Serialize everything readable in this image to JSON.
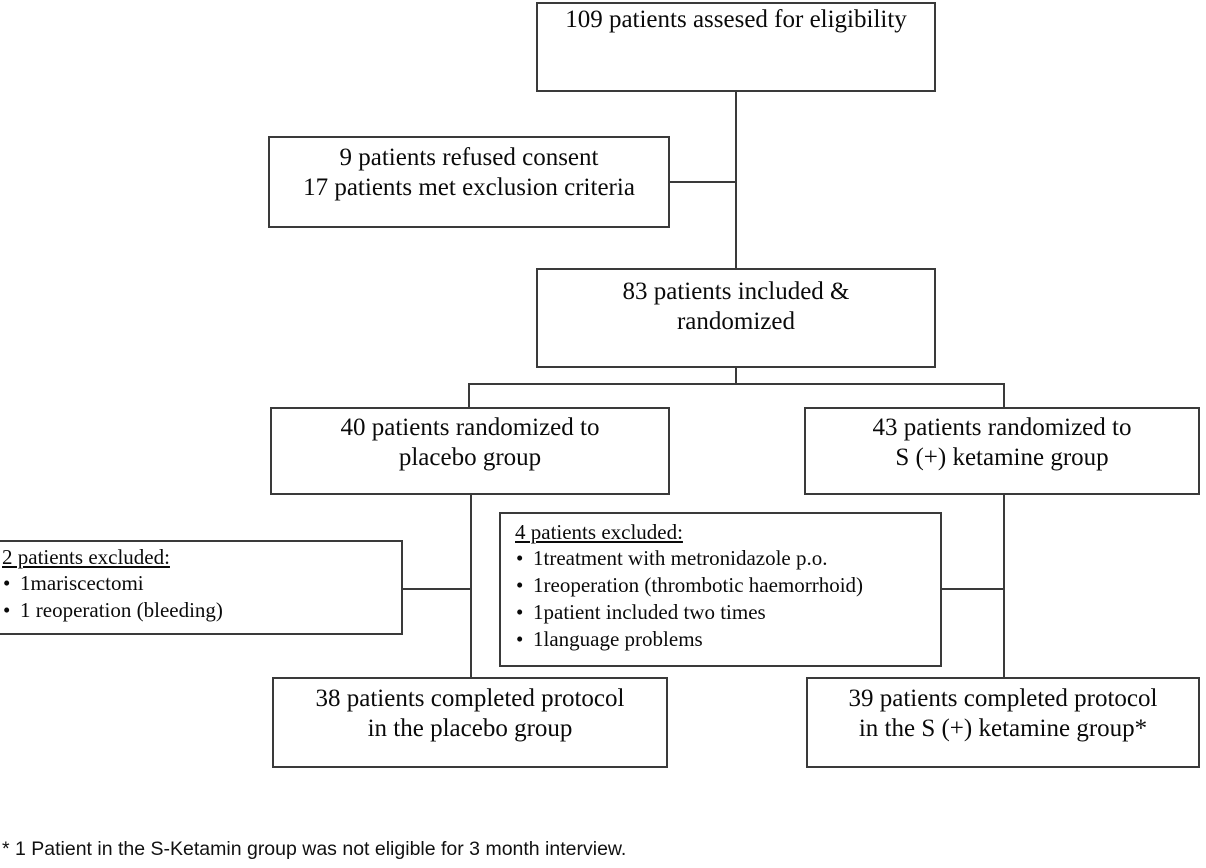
{
  "diagram": {
    "type": "consort-flow-diagram",
    "title": "CONSORT patient flow",
    "line_color": "#3a3a3a",
    "text_color": "#0a0a0a",
    "background": "#ffffff",
    "nodes": {
      "enrollment": {
        "lines": [
          "109 patients assesed for eligibility"
        ],
        "count": 109
      },
      "excluded_before_randomization": {
        "lines": [
          "9 patients refused consent",
          "17 patients met exclusion criteria"
        ],
        "counts": [
          9,
          17
        ]
      },
      "randomized": {
        "lines": [
          "83 patients included &",
          "randomized"
        ],
        "count": 83
      },
      "allocation_placebo": {
        "lines": [
          "40 patients randomized to",
          "placebo group"
        ],
        "count": 40
      },
      "allocation_ketamine": {
        "lines": [
          "43 patients randomized to",
          "S (+) ketamine group"
        ],
        "count": 43
      },
      "excluded_placebo": {
        "header": "2 patients excluded:",
        "count": 2,
        "items": [
          "1mariscectomi",
          "1 reoperation (bleeding)"
        ]
      },
      "excluded_ketamine": {
        "header": "4 patients excluded:",
        "count": 4,
        "items": [
          "1treatment with metronidazole p.o.",
          "1reoperation (thrombotic haemorrhoid)",
          "1patient included two times",
          "1language problems"
        ]
      },
      "completed_placebo": {
        "lines": [
          "38 patients completed protocol",
          "in the placebo group"
        ],
        "count": 38
      },
      "completed_ketamine": {
        "lines": [
          "39 patients completed protocol",
          "in the S (+) ketamine group*"
        ],
        "count": 39
      }
    },
    "footnote": "* 1 Patient in the S-Ketamin group was not eligible for 3 month interview."
  }
}
